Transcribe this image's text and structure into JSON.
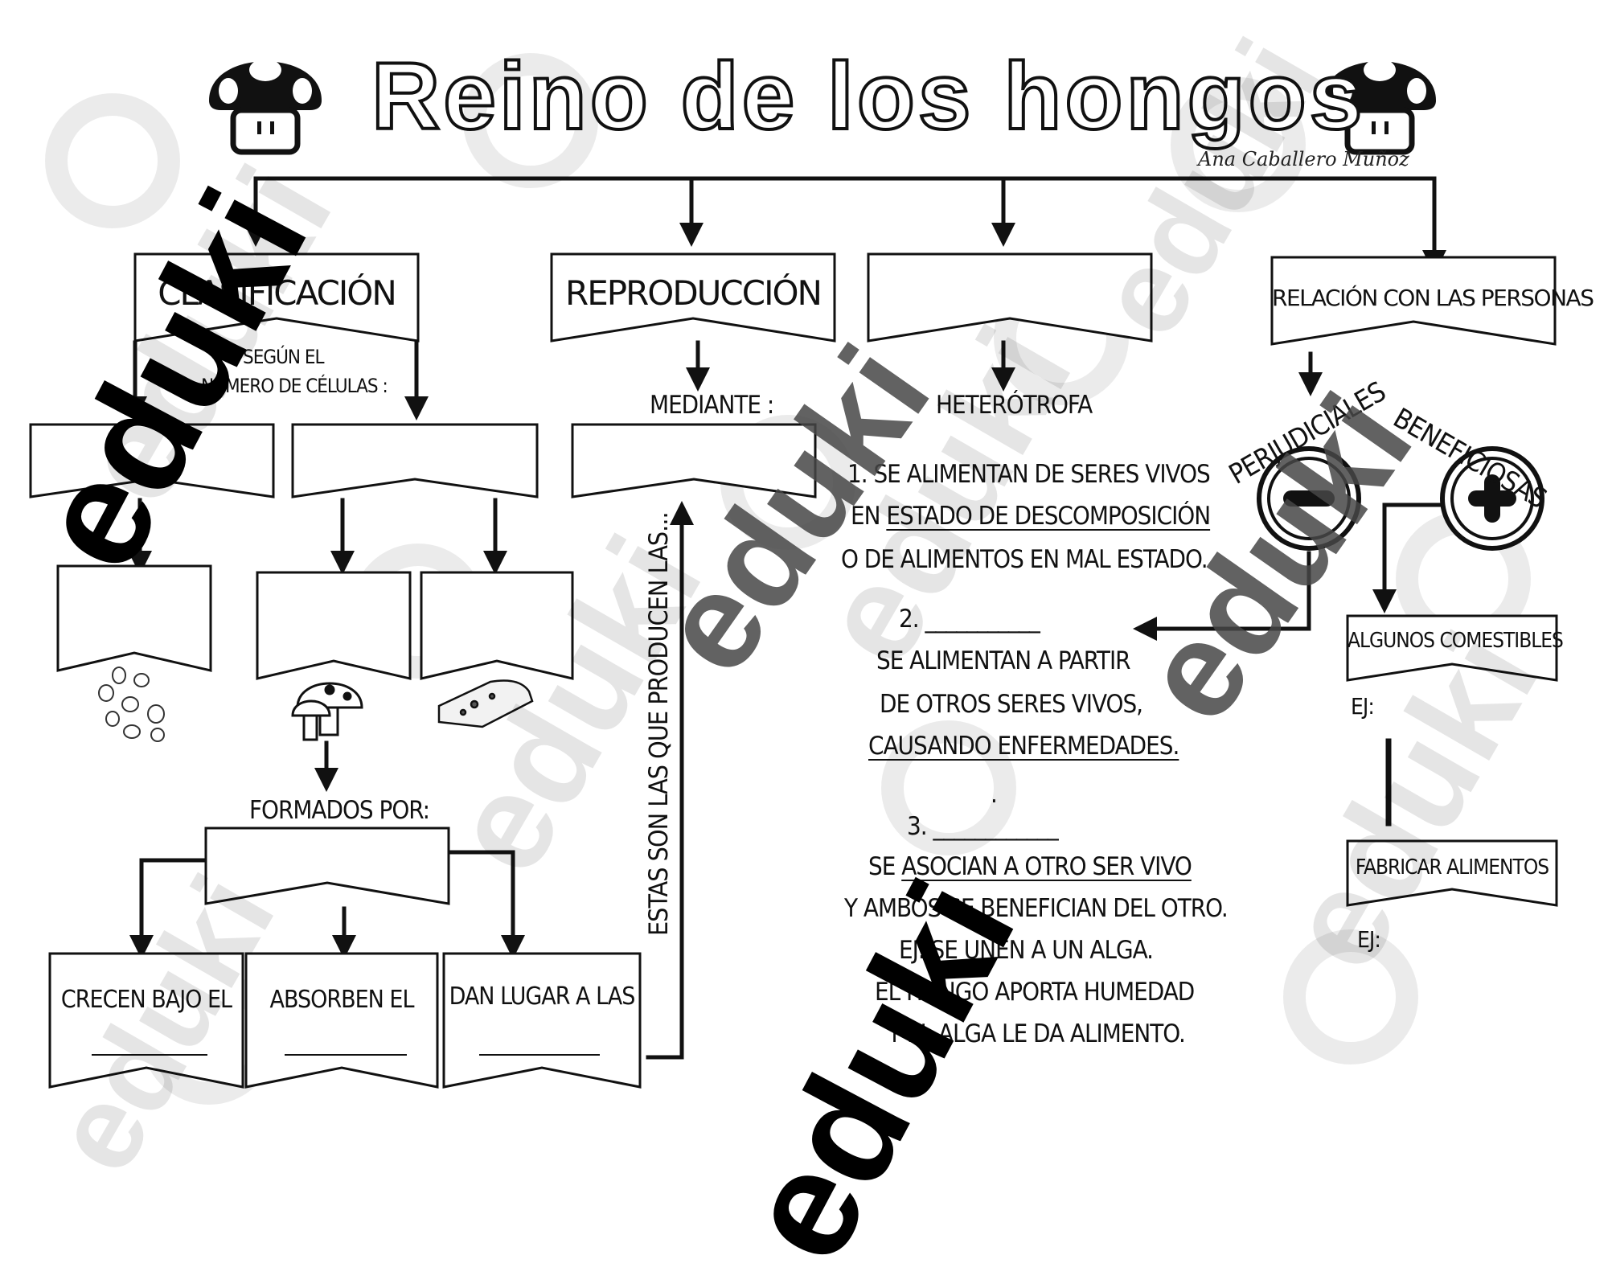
{
  "title": "Reino de los hongos",
  "author": "Ana Caballero Muñoz",
  "watermark": "eduki",
  "sections": {
    "clasificacion": {
      "label": "CLASIFICACIÓN",
      "note_line1": "SEGÚN EL",
      "note_line2": "NÚMERO DE CÉLULAS :",
      "formed_by": "FORMADOS POR:",
      "bottom": [
        "CRECEN BAJO EL",
        "ABSORBEN EL",
        "DAN LUGAR A LAS"
      ]
    },
    "reproduccion": {
      "label": "REPRODUCCIÓN",
      "mediante": "MEDIANTE :",
      "vertical_note": "ESTAS SON LAS QUE PRODUCEN LAS..."
    },
    "nutricion": {
      "label": "",
      "type": "HETERÓTROFA",
      "p1_line1": "1. SE ALIMENTAN DE SERES VIVOS",
      "p1_line2a": "EN ",
      "p1_line2b": "ESTADO DE DESCOMPOSICIÓN",
      "p1_line3": "O DE ALIMENTOS EN MAL ESTADO.",
      "p2_num": "2. ___________",
      "p2_line1": "SE ALIMENTAN A PARTIR",
      "p2_line2": "DE OTROS SERES VIVOS,",
      "p2_line3": "CAUSANDO ENFERMEDADES.",
      "dot": ".",
      "p3_num": "3. ____________",
      "p3_line1a": "SE ",
      "p3_line1b": "ASOCIAN A OTRO SER VIVO",
      "p3_line2": "Y AMBOS SE BENEFICIAN DEL OTRO.",
      "p3_line3": "EJ. SE UNEN A UN ALGA.",
      "p3_line4": "EL HONGO APORTA HUMEDAD",
      "p3_line5": "Y EL ALGA LE DA ALIMENTO."
    },
    "relacion": {
      "label": "RELACIÓN CON LAS PERSONAS",
      "perjudiciales": "PERJUDICIALES",
      "beneficiosas": "BENEFICIOSAS",
      "comestibles": "ALGUNOS COMESTIBLES",
      "ej1": "EJ:",
      "fabricar": "FABRICAR ALIMENTOS",
      "ej2": "EJ:"
    }
  }
}
